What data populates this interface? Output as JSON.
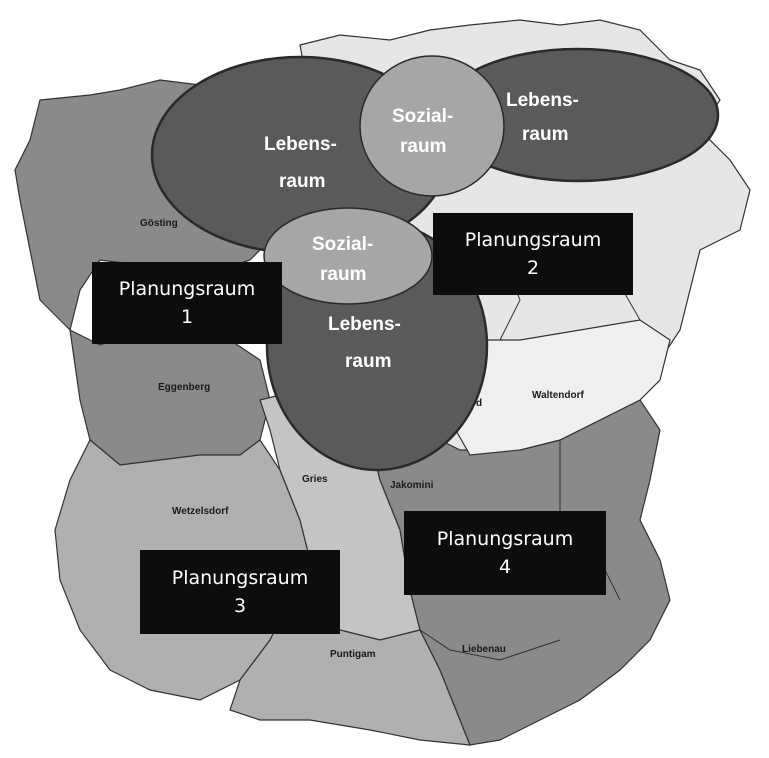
{
  "districts": {
    "goesting": "Gösting",
    "eggenberg": "Eggenberg",
    "waltendorf": "Waltendorf",
    "gries": "Gries",
    "jakomini": "Jakomini",
    "wetzelsdorf": "Wetzelsdorf",
    "puntigam": "Puntigam",
    "liebenau": "Liebenau",
    "partial_d": "d"
  },
  "bubbles": {
    "lebensraum_left": {
      "line1": "Lebens-",
      "line2": "raum"
    },
    "lebensraum_right": {
      "line1": "Lebens-",
      "line2": "raum"
    },
    "lebensraum_center": {
      "line1": "Lebens-",
      "line2": "raum"
    },
    "sozialraum_top": {
      "line1": "Sozial-",
      "line2": "raum"
    },
    "sozialraum_center": {
      "line1": "Sozial-",
      "line2": "raum"
    }
  },
  "planning_areas": [
    {
      "name": "Planungsraum",
      "number": "1"
    },
    {
      "name": "Planungsraum",
      "number": "2"
    },
    {
      "name": "Planungsraum",
      "number": "3"
    },
    {
      "name": "Planungsraum",
      "number": "4"
    }
  ],
  "colors": {
    "dark_district": "#8a8a8a",
    "light_district": "#e6e6e6",
    "mid_district": "#b0b0b0",
    "lebensraum_fill": "#5a5a5a",
    "sozialraum_fill": "#a6a6a6",
    "label_box": "#0d0d0d"
  }
}
